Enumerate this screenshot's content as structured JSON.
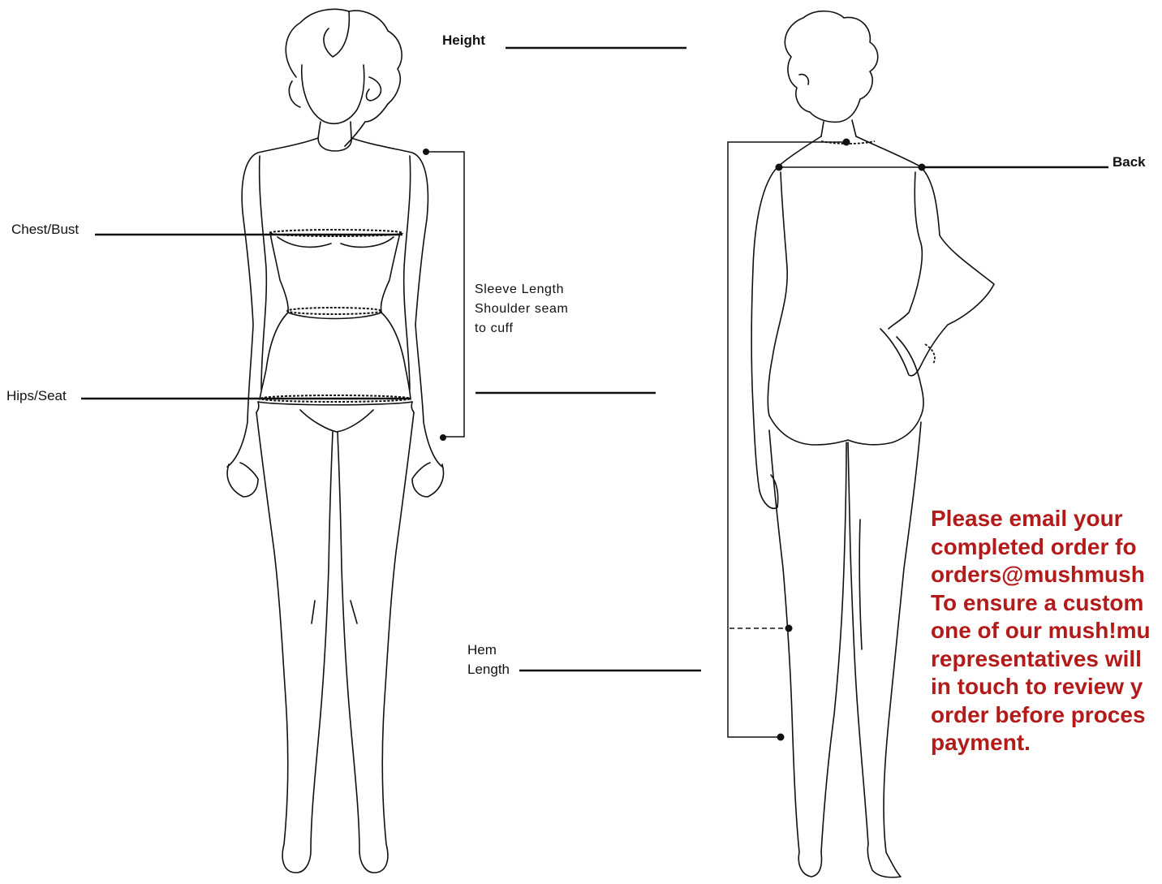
{
  "labels": {
    "height": "Height",
    "chest_bust": "Chest/Bust",
    "hips_seat": "Hips/Seat",
    "sleeve_length": [
      "Sleeve Length",
      "Shoulder seam",
      "to cuff"
    ],
    "hem_length": [
      "Hem",
      "Length"
    ],
    "back": "Back"
  },
  "note": {
    "lines": [
      "Please email your",
      "completed order fo",
      "orders@mushmush",
      "To ensure a custom",
      "one of our mush!mu",
      "representatives will",
      "in touch to review y",
      "order before proces",
      "payment."
    ],
    "color": "#b31b1b"
  }
}
